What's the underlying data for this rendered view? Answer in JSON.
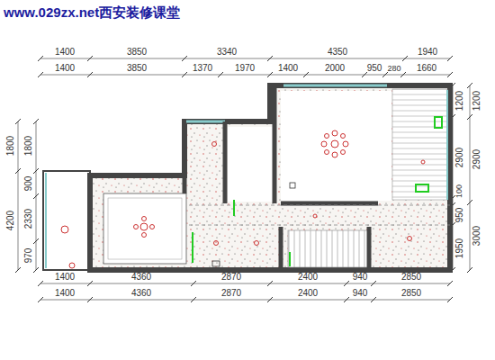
{
  "diagram": {
    "labels": [
      "www.029zx.net西安装修课堂",
      "1400",
      "3850",
      "3340",
      "4350",
      "1940",
      "1400",
      "3850",
      "1370",
      "1970",
      "1400",
      "2000",
      "950",
      "280",
      "1660",
      "1200",
      "2900",
      "3000",
      "1200",
      "2900",
      "100",
      "950",
      "1950",
      "1800",
      "4200",
      "1800",
      "900",
      "2330",
      "970",
      "1400",
      "4360",
      "2870",
      "2400",
      "940",
      "2850",
      "1400",
      "4360",
      "2870",
      "2400",
      "940",
      "2850"
    ]
  }
}
